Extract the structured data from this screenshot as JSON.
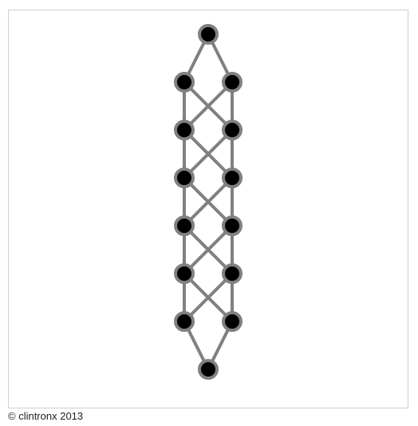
{
  "copyright": "© clintronx 2013",
  "colors": {
    "edge": "#808080",
    "node_fill": "#000000",
    "node_stroke": "#808080",
    "frame_border": "#cfcfcf"
  },
  "graph": {
    "levels": [
      [
        "top"
      ],
      [
        "L1",
        "R1"
      ],
      [
        "L2",
        "R2"
      ],
      [
        "L3",
        "R3"
      ],
      [
        "L4",
        "R4"
      ],
      [
        "L5",
        "R5"
      ],
      [
        "L6",
        "R6"
      ],
      [
        "bottom"
      ]
    ],
    "edges": [
      [
        "top",
        "L1"
      ],
      [
        "top",
        "R1"
      ],
      [
        "L1",
        "L2"
      ],
      [
        "L1",
        "R2"
      ],
      [
        "R1",
        "L2"
      ],
      [
        "R1",
        "R2"
      ],
      [
        "L2",
        "L3"
      ],
      [
        "L2",
        "R3"
      ],
      [
        "R2",
        "L3"
      ],
      [
        "R2",
        "R3"
      ],
      [
        "L3",
        "L4"
      ],
      [
        "L3",
        "R4"
      ],
      [
        "R3",
        "L4"
      ],
      [
        "R3",
        "R4"
      ],
      [
        "L4",
        "L5"
      ],
      [
        "L4",
        "R5"
      ],
      [
        "R4",
        "L5"
      ],
      [
        "R4",
        "R5"
      ],
      [
        "L5",
        "L6"
      ],
      [
        "L5",
        "R6"
      ],
      [
        "R5",
        "L6"
      ],
      [
        "R5",
        "R6"
      ],
      [
        "L6",
        "bottom"
      ],
      [
        "R6",
        "bottom"
      ]
    ]
  }
}
